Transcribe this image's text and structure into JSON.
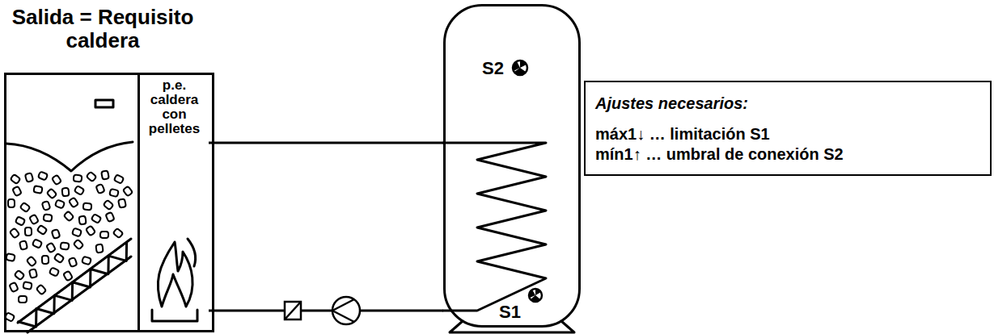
{
  "diagram": {
    "nodes": [
      {
        "text": [
          "Salida = Requisito caldera"
        ]
      },
      {
        "text": [
          "p.e. caldera con pelletes"
        ],
        "in": 0
      },
      {
        "text": [
          "S2",
          "S1"
        ]
      },
      {
        "text": [
          "Ajustes necesarios:",
          "máx1↓ … limitación S1",
          "mín1↑ … umbral de conexión S2"
        ]
      }
    ],
    "edges": [
      {
        "from": 1,
        "to": 2,
        "arrow": "none"
      },
      {
        "from": 2,
        "to": 1,
        "arrow": "none"
      }
    ]
  }
}
